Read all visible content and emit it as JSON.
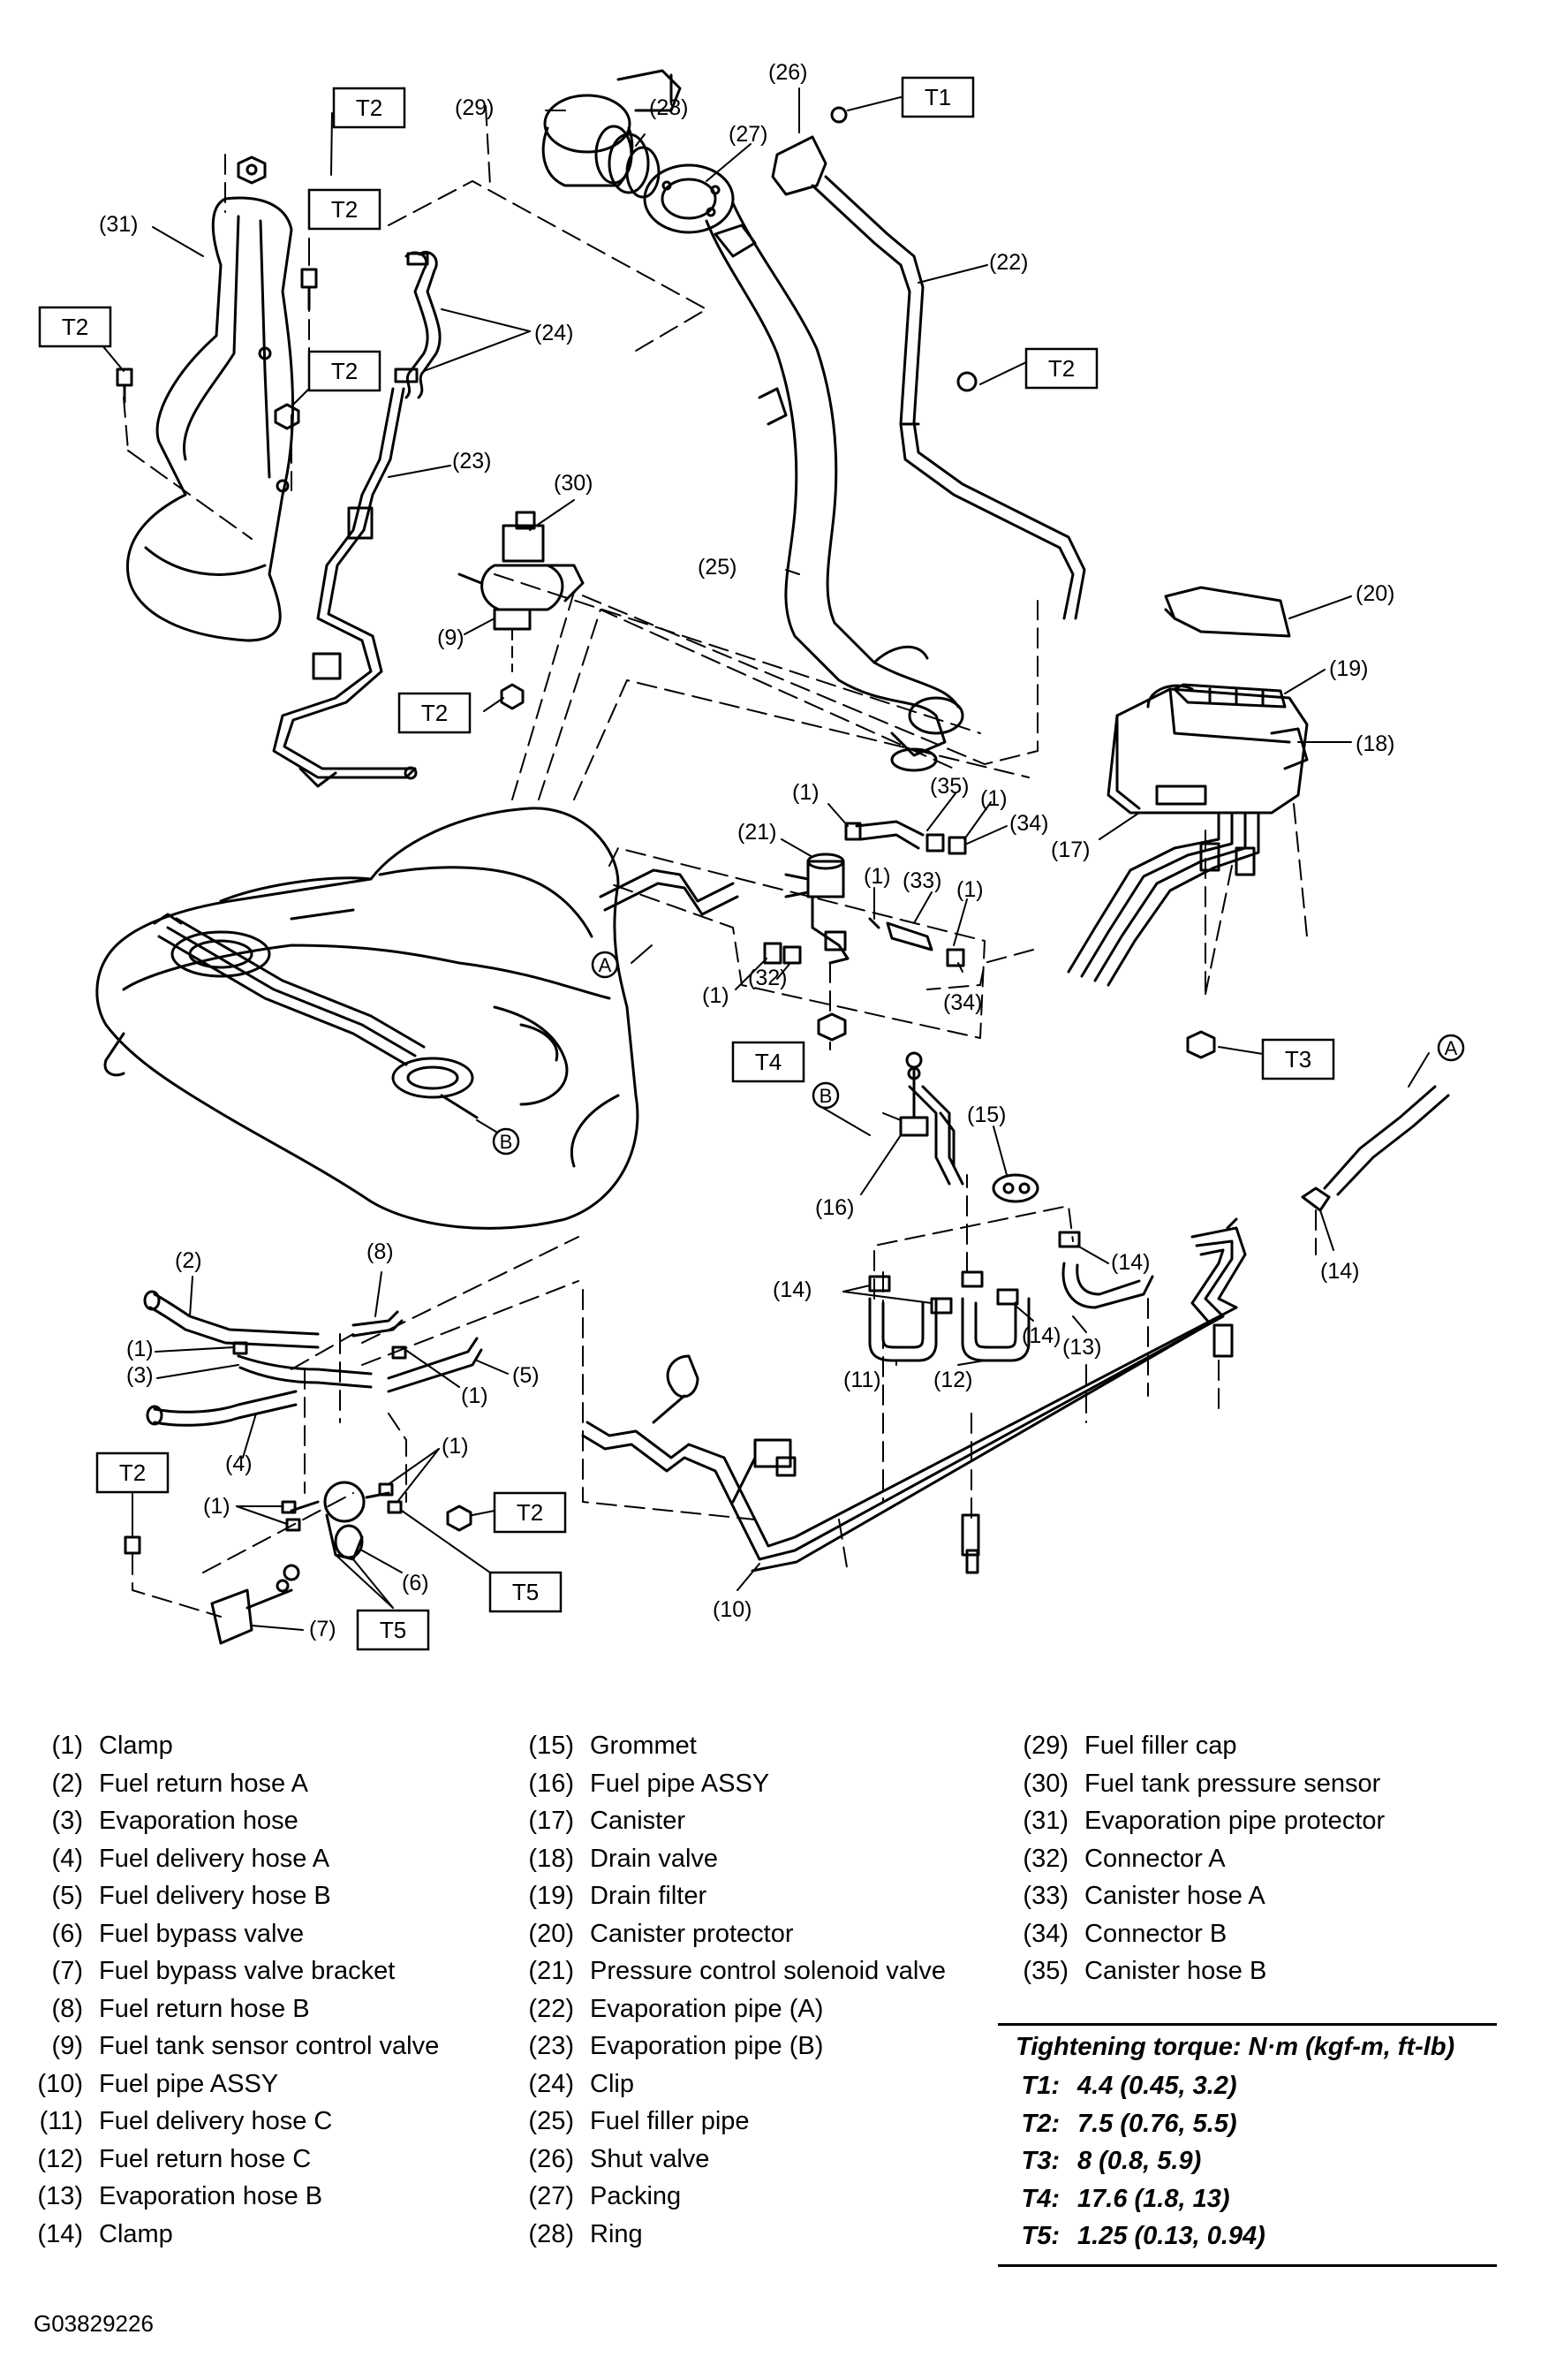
{
  "diagram": {
    "torque_boxes": [
      {
        "id": "t1-box",
        "label": "T1"
      },
      {
        "id": "t2-box-top",
        "label": "T2"
      },
      {
        "id": "t2-box-mid",
        "label": "T2"
      },
      {
        "id": "t2-box-left",
        "label": "T2"
      },
      {
        "id": "t2-box-protector",
        "label": "T2"
      },
      {
        "id": "t2-box-pipe",
        "label": "T2"
      },
      {
        "id": "t2-box-sensor",
        "label": "T2"
      },
      {
        "id": "t4-box",
        "label": "T4"
      },
      {
        "id": "t3-box",
        "label": "T3"
      },
      {
        "id": "t2-box-bottom-left",
        "label": "T2"
      },
      {
        "id": "t2-box-bottom-right",
        "label": "T2"
      },
      {
        "id": "t5-box-right",
        "label": "T5"
      },
      {
        "id": "t5-box-left",
        "label": "T5"
      }
    ],
    "callouts": [
      {
        "id": "callout-29",
        "text": "(29)"
      },
      {
        "id": "callout-28",
        "text": "(28)"
      },
      {
        "id": "callout-27",
        "text": "(27)"
      },
      {
        "id": "callout-26",
        "text": "(26)"
      },
      {
        "id": "callout-22",
        "text": "(22)"
      },
      {
        "id": "callout-31",
        "text": "(31)"
      },
      {
        "id": "callout-24",
        "text": "(24)"
      },
      {
        "id": "callout-23",
        "text": "(23)"
      },
      {
        "id": "callout-30",
        "text": "(30)"
      },
      {
        "id": "callout-25",
        "text": "(25)"
      },
      {
        "id": "callout-9",
        "text": "(9)"
      },
      {
        "id": "callout-20",
        "text": "(20)"
      },
      {
        "id": "callout-19",
        "text": "(19)"
      },
      {
        "id": "callout-18",
        "text": "(18)"
      },
      {
        "id": "callout-17",
        "text": "(17)"
      },
      {
        "id": "callout-1a",
        "text": "(1)"
      },
      {
        "id": "callout-35",
        "text": "(35)"
      },
      {
        "id": "callout-1b",
        "text": "(1)"
      },
      {
        "id": "callout-34a",
        "text": "(34)"
      },
      {
        "id": "callout-21",
        "text": "(21)"
      },
      {
        "id": "callout-1c",
        "text": "(1)"
      },
      {
        "id": "callout-33",
        "text": "(33)"
      },
      {
        "id": "callout-1d",
        "text": "(1)"
      },
      {
        "id": "callout-1e",
        "text": "(1)"
      },
      {
        "id": "callout-32",
        "text": "(32)"
      },
      {
        "id": "callout-34b",
        "text": "(34)"
      },
      {
        "id": "callout-15",
        "text": "(15)"
      },
      {
        "id": "callout-16",
        "text": "(16)"
      },
      {
        "id": "callout-14a",
        "text": "(14)"
      },
      {
        "id": "callout-14b",
        "text": "(14)"
      },
      {
        "id": "callout-14c",
        "text": "(14)"
      },
      {
        "id": "callout-14d",
        "text": "(14)"
      },
      {
        "id": "callout-13",
        "text": "(13)"
      },
      {
        "id": "callout-11",
        "text": "(11)"
      },
      {
        "id": "callout-12",
        "text": "(12)"
      },
      {
        "id": "callout-2",
        "text": "(2)"
      },
      {
        "id": "callout-8",
        "text": "(8)"
      },
      {
        "id": "callout-1f",
        "text": "(1)"
      },
      {
        "id": "callout-3",
        "text": "(3)"
      },
      {
        "id": "callout-5",
        "text": "(5)"
      },
      {
        "id": "callout-1g",
        "text": "(1)"
      },
      {
        "id": "callout-4",
        "text": "(4)"
      },
      {
        "id": "callout-1h",
        "text": "(1)"
      },
      {
        "id": "callout-1i",
        "text": "(1)"
      },
      {
        "id": "callout-6",
        "text": "(6)"
      },
      {
        "id": "callout-7",
        "text": "(7)"
      },
      {
        "id": "callout-10",
        "text": "(10)"
      }
    ],
    "connectors": [
      {
        "id": "connector-a-left",
        "text": "A"
      },
      {
        "id": "connector-a-right",
        "text": "A"
      },
      {
        "id": "connector-b-tank",
        "text": "B"
      },
      {
        "id": "connector-b-pipe",
        "text": "B"
      }
    ]
  },
  "legend": {
    "columns": [
      [
        {
          "num": "(1)",
          "name": "Clamp"
        },
        {
          "num": "(2)",
          "name": "Fuel return hose A"
        },
        {
          "num": "(3)",
          "name": "Evaporation hose"
        },
        {
          "num": "(4)",
          "name": "Fuel delivery hose A"
        },
        {
          "num": "(5)",
          "name": "Fuel delivery hose B"
        },
        {
          "num": "(6)",
          "name": "Fuel bypass valve"
        },
        {
          "num": "(7)",
          "name": "Fuel bypass valve bracket"
        },
        {
          "num": "(8)",
          "name": "Fuel return hose B"
        },
        {
          "num": "(9)",
          "name": "Fuel tank sensor control valve"
        },
        {
          "num": "(10)",
          "name": "Fuel pipe ASSY"
        },
        {
          "num": "(11)",
          "name": "Fuel delivery hose C"
        },
        {
          "num": "(12)",
          "name": "Fuel return hose C"
        },
        {
          "num": "(13)",
          "name": "Evaporation hose B"
        },
        {
          "num": "(14)",
          "name": "Clamp"
        }
      ],
      [
        {
          "num": "(15)",
          "name": "Grommet"
        },
        {
          "num": "(16)",
          "name": "Fuel pipe ASSY"
        },
        {
          "num": "(17)",
          "name": "Canister"
        },
        {
          "num": "(18)",
          "name": "Drain valve"
        },
        {
          "num": "(19)",
          "name": "Drain filter"
        },
        {
          "num": "(20)",
          "name": "Canister protector"
        },
        {
          "num": "(21)",
          "name": "Pressure control solenoid valve"
        },
        {
          "num": "(22)",
          "name": "Evaporation pipe (A)"
        },
        {
          "num": "(23)",
          "name": "Evaporation pipe (B)"
        },
        {
          "num": "(24)",
          "name": "Clip"
        },
        {
          "num": "(25)",
          "name": "Fuel filler pipe"
        },
        {
          "num": "(26)",
          "name": "Shut valve"
        },
        {
          "num": "(27)",
          "name": "Packing"
        },
        {
          "num": "(28)",
          "name": "Ring"
        }
      ],
      [
        {
          "num": "(29)",
          "name": "Fuel filler cap"
        },
        {
          "num": "(30)",
          "name": "Fuel tank pressure sensor"
        },
        {
          "num": "(31)",
          "name": "Evaporation pipe protector"
        },
        {
          "num": "(32)",
          "name": "Connector A"
        },
        {
          "num": "(33)",
          "name": "Canister hose A"
        },
        {
          "num": "(34)",
          "name": "Connector B"
        },
        {
          "num": "(35)",
          "name": "Canister hose B"
        }
      ]
    ]
  },
  "torque": {
    "title": "Tightening torque: N·m (kgf-m, ft-lb)",
    "rows": [
      {
        "id": "T1:",
        "value": "4.4 (0.45, 3.2)"
      },
      {
        "id": "T2:",
        "value": "7.5 (0.76, 5.5)"
      },
      {
        "id": "T3:",
        "value": "8 (0.8, 5.9)"
      },
      {
        "id": "T4:",
        "value": "17.6 (1.8, 13)"
      },
      {
        "id": "T5:",
        "value": "1.25 (0.13, 0.94)"
      }
    ]
  },
  "figure_id": "G03829226"
}
